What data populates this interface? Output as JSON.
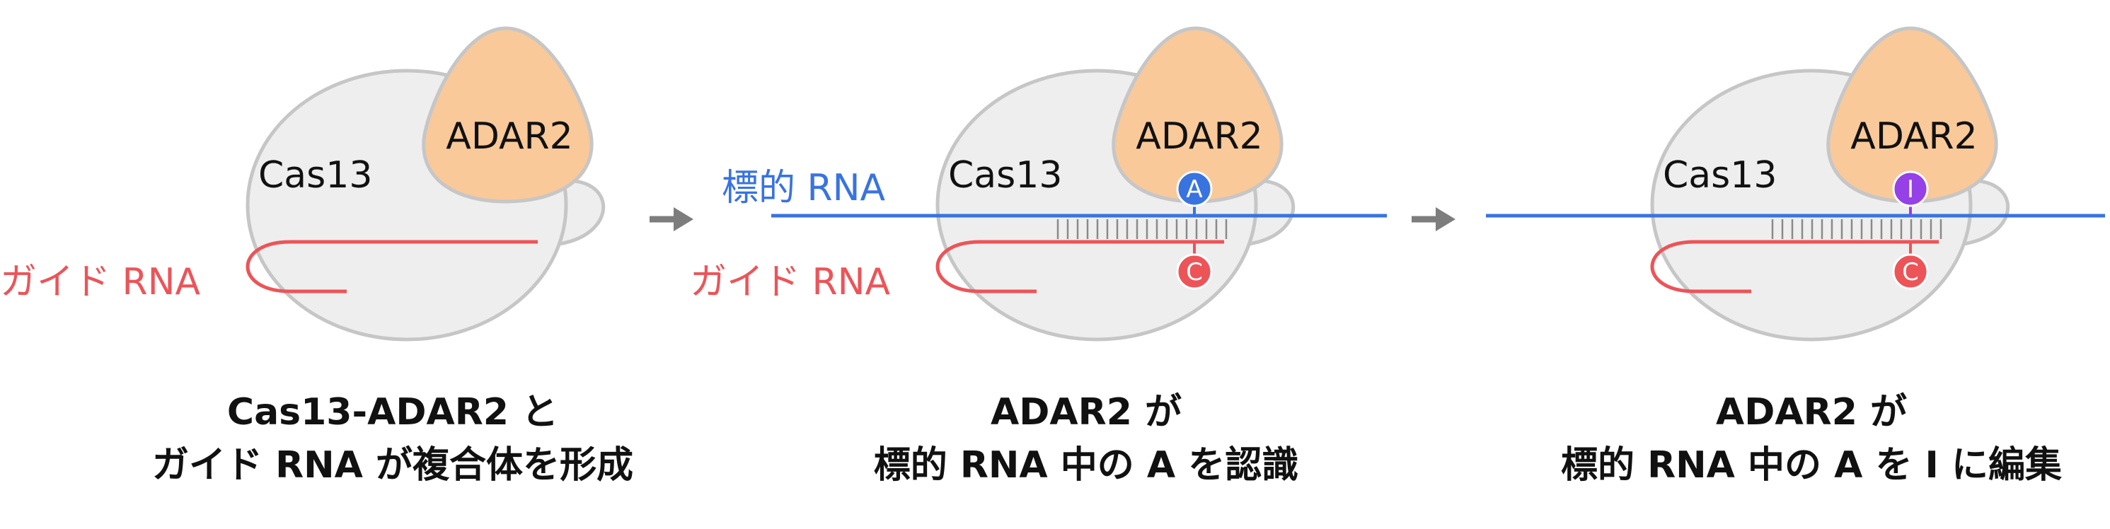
{
  "colors": {
    "cas_body_fill": "#eeeeee",
    "cas_body_stroke": "#c6c6c6",
    "adar_fill": "#f9c99a",
    "guide_rna": "#ec5458",
    "target_rna": "#3873e0",
    "inosine": "#9640e8",
    "arrow": "#7d7d7d",
    "text": "#111111"
  },
  "panels": [
    {
      "cas_label": "Cas13",
      "adar_label": "ADAR2",
      "guide_label": "ガイド RNA",
      "caption_line1": "Cas13-ADAR2 と",
      "caption_line2": "ガイド RNA が複合体を形成"
    },
    {
      "cas_label": "Cas13",
      "adar_label": "ADAR2",
      "guide_label": "ガイド RNA",
      "target_label": "標的 RNA",
      "target_nucleotide": "A",
      "guide_nucleotide": "C",
      "caption_line1": "ADAR2 が",
      "caption_line2": "標的 RNA 中の A を認識"
    },
    {
      "cas_label": "Cas13",
      "adar_label": "ADAR2",
      "target_nucleotide": "I",
      "guide_nucleotide": "C",
      "caption_line1": "ADAR2 が",
      "caption_line2": "標的 RNA 中の A を I に編集"
    }
  ],
  "icons": {
    "step_arrow": "right-arrow-icon"
  }
}
